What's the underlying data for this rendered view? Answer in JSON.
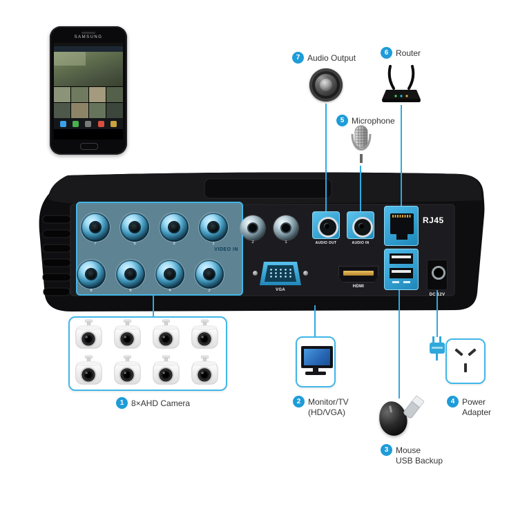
{
  "colors": {
    "accent": "#2fa9e0",
    "badge": "#1e9cd8",
    "highlight_border": "#41b7e9"
  },
  "phone": {
    "brand": "SAMSUNG"
  },
  "dvr": {
    "video_in_label": "VIDEO IN",
    "audio_out_label": "AUDIO OUT",
    "audio_in_label": "AUDIO IN",
    "rj45_label": "RJ45",
    "vga_label": "VGA",
    "hdmi_label": "HDMI",
    "dc_label": "DC 12V",
    "bnc_top_numbers": [
      "7",
      "5",
      "3",
      "1"
    ],
    "bnc_bottom_numbers": [
      "8",
      "6",
      "4",
      "2"
    ],
    "rca_numbers": [
      "2",
      "1"
    ]
  },
  "callouts": {
    "camera": {
      "number": "1",
      "label": "8×AHD Camera"
    },
    "monitor": {
      "number": "2",
      "line1": "Monitor/TV",
      "line2": "(HD/VGA)"
    },
    "mouse": {
      "number": "3",
      "line1": "Mouse",
      "line2": "USB Backup"
    },
    "power": {
      "number": "4",
      "line1": "Power",
      "line2": "Adapter"
    },
    "microphone": {
      "number": "5",
      "label": "Microphone"
    },
    "router": {
      "number": "6",
      "label": "Router"
    },
    "audio_output": {
      "number": "7",
      "label": "Audio Output"
    }
  }
}
